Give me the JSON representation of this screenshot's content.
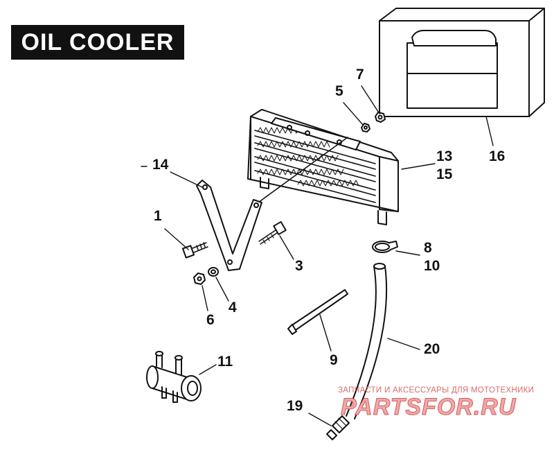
{
  "title": "OIL COOLER",
  "callouts": {
    "c1": "1",
    "c3": "3",
    "c4": "4",
    "c5": "5",
    "c6": "6",
    "c7": "7",
    "c8": "8",
    "c9": "9",
    "c10": "10",
    "c11": "11",
    "c13": "13",
    "c14": "14",
    "c15": "15",
    "c16": "16",
    "c19": "19",
    "c20": "20"
  },
  "watermark": {
    "tagline": "ЗАПЧАСТИ И АКСЕССУАРЫ ДЛЯ МОТОТЕХНИКИ",
    "logo": "PARTSFOR.RU"
  },
  "colors": {
    "ink": "#111111",
    "background": "#ffffff",
    "watermark": "#d35c5c"
  }
}
